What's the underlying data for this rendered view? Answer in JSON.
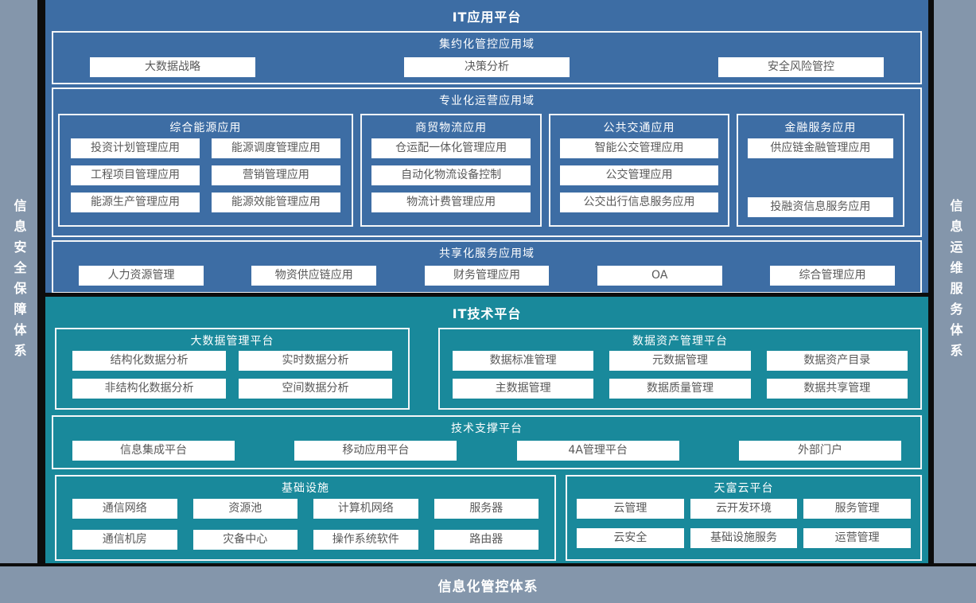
{
  "frame": {
    "left_sidebar": "信息安全保障体系",
    "right_sidebar": "信息运维服务体系",
    "bottom_bar": "信息化管控体系"
  },
  "colors": {
    "app_platform_blue": "#3d6da4",
    "tech_platform_teal": "#19899b",
    "frame_gray": "#8496ab",
    "separator_black": "#0d0d0d",
    "box_border_white": "#f4f6f8",
    "button_text_gray": "#595959"
  },
  "app_platform": {
    "title": "IT应用平台",
    "intensive": {
      "title": "集约化管控应用域",
      "buttons": [
        "大数据战略",
        "决策分析",
        "安全风险管控"
      ]
    },
    "specialized": {
      "title": "专业化运营应用域",
      "energy": {
        "title": "综合能源应用",
        "buttons": [
          "投资计划管理应用",
          "能源调度管理应用",
          "工程项目管理应用",
          "营销管理应用",
          "能源生产管理应用",
          "能源效能管理应用"
        ]
      },
      "logistics": {
        "title": "商贸物流应用",
        "buttons": [
          "仓运配一体化管理应用",
          "自动化物流设备控制",
          "物流计费管理应用"
        ]
      },
      "transport": {
        "title": "公共交通应用",
        "buttons": [
          "智能公交管理应用",
          "公交管理应用",
          "公交出行信息服务应用"
        ]
      },
      "finance": {
        "title": "金融服务应用",
        "buttons": [
          "供应链金融管理应用",
          "投融资信息服务应用"
        ]
      }
    },
    "shared": {
      "title": "共享化服务应用域",
      "buttons": [
        "人力资源管理",
        "物资供应链应用",
        "财务管理应用",
        "OA",
        "综合管理应用"
      ]
    }
  },
  "tech_platform": {
    "title": "IT技术平台",
    "bigdata": {
      "title": "大数据管理平台",
      "buttons": [
        "结构化数据分析",
        "实时数据分析",
        "非结构化数据分析",
        "空间数据分析"
      ]
    },
    "data_asset": {
      "title": "数据资产管理平台",
      "buttons": [
        "数据标准管理",
        "元数据管理",
        "数据资产目录",
        "主数据管理",
        "数据质量管理",
        "数据共享管理"
      ]
    },
    "tech_support": {
      "title": "技术支撑平台",
      "buttons": [
        "信息集成平台",
        "移动应用平台",
        "4A管理平台",
        "外部门户"
      ]
    },
    "infrastructure": {
      "title": "基础设施",
      "buttons": [
        "通信网络",
        "资源池",
        "计算机网络",
        "服务器",
        "通信机房",
        "灾备中心",
        "操作系统软件",
        "路由器"
      ]
    },
    "cloud": {
      "title": "天富云平台",
      "buttons": [
        "云管理",
        "云开发环境",
        "服务管理",
        "云安全",
        "基础设施服务",
        "运营管理"
      ]
    }
  }
}
